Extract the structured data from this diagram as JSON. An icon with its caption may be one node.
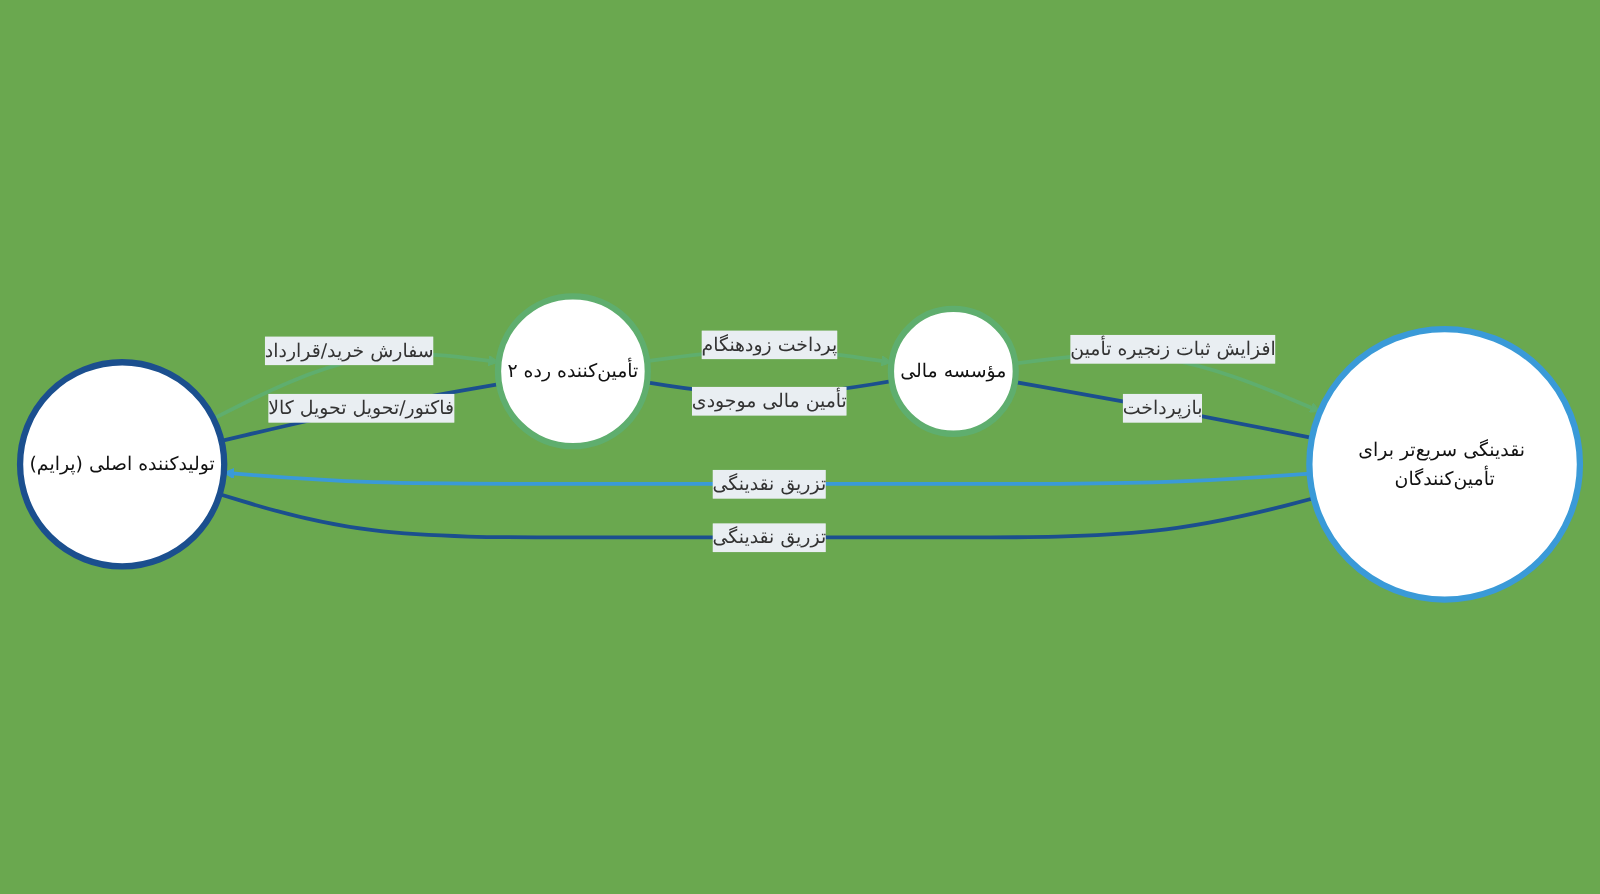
{
  "diagram": {
    "nodes": [
      {
        "text": [
          "تولیدکننده اصلی (پرایم)"
        ]
      },
      {
        "text": [
          "تأمین‌کننده رده ۲"
        ]
      },
      {
        "text": [
          "مؤسسه مالی"
        ]
      },
      {
        "text": [
          "نقدینگی سریع‌تر برای تأمین‌کنندگان"
        ]
      }
    ],
    "edges": [
      {
        "from": 0,
        "to": 1,
        "arrow": "to",
        "label": "سفارش خرید/قرارداد",
        "color": "#5fae6e"
      },
      {
        "from": 0,
        "to": 1,
        "arrow": "none",
        "label": "فاکتور/تحویل تحویل کالا",
        "color": "#1b4f8e"
      },
      {
        "from": 1,
        "to": 2,
        "arrow": "to",
        "label": "پرداخت زودهنگام",
        "color": "#5fae6e"
      },
      {
        "from": 1,
        "to": 2,
        "arrow": "none",
        "label": "تأمین مالی موجودی",
        "color": "#1b4f8e"
      },
      {
        "from": 2,
        "to": 3,
        "arrow": "to",
        "label": "افزایش ثبات زنجیره تأمین",
        "color": "#5fae6e"
      },
      {
        "from": 2,
        "to": 3,
        "arrow": "none",
        "label": "بازپرداخت",
        "color": "#1b4f8e"
      },
      {
        "from": 3,
        "to": 0,
        "arrow": "to",
        "label": "تزریق نقدینگی",
        "color": "#3a9ad8"
      },
      {
        "from": 3,
        "to": 0,
        "arrow": "none",
        "label": "تزریق نقدینگی",
        "color": "#1b4f8e"
      }
    ]
  }
}
